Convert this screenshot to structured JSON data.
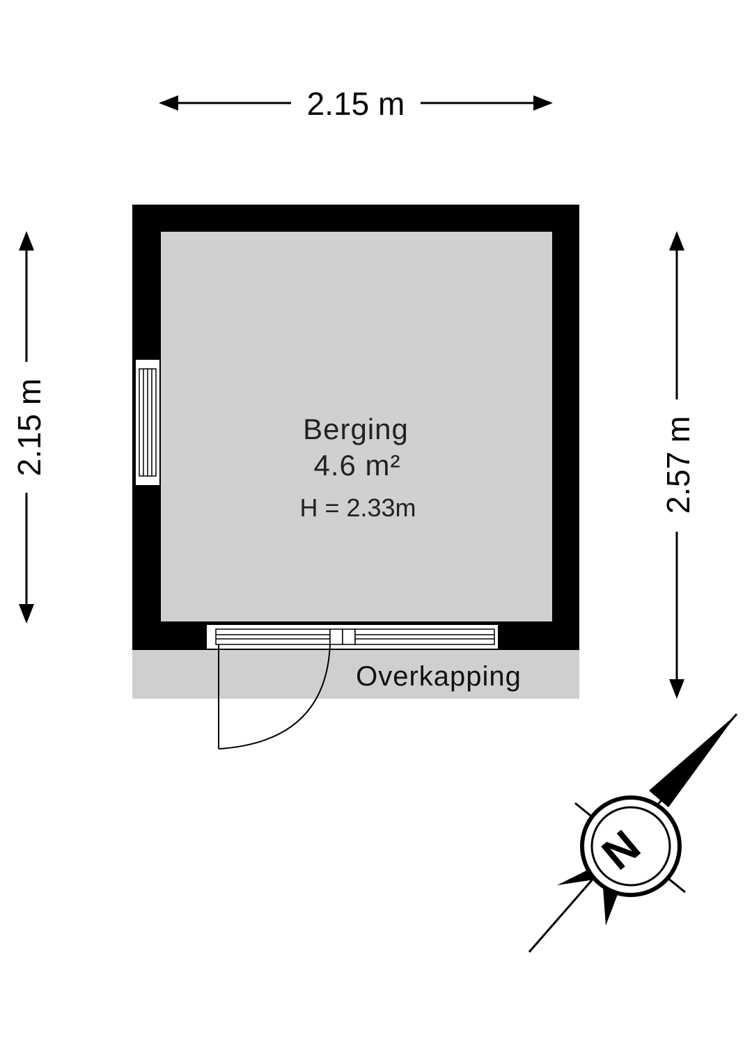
{
  "dimensions": {
    "top": "2.15 m",
    "left": "2.15 m",
    "right": "2.57 m"
  },
  "room": {
    "name": "Berging",
    "area": "4.6 m²",
    "height": "H = 2.33m"
  },
  "outside": {
    "label": "Overkapping"
  },
  "compass": {
    "label": "N"
  },
  "colors": {
    "wall": "#000000",
    "floor": "#d0d0d0",
    "overkapping": "#cfcfcf"
  }
}
